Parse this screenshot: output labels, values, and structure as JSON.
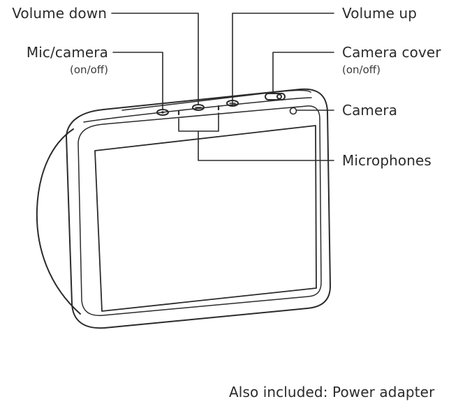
{
  "labels": {
    "volume_down": "Volume down",
    "volume_up": "Volume up",
    "mic_camera": "Mic/camera",
    "mic_camera_sub": "(on/off)",
    "camera_cover": "Camera cover",
    "camera_cover_sub": "(on/off)",
    "camera": "Camera",
    "microphones": "Microphones"
  },
  "footer": {
    "also_included": "Also included: Power adapter"
  },
  "colors": {
    "line": "#2b2b2b",
    "text": "#2b2b2b",
    "background": "#ffffff"
  }
}
